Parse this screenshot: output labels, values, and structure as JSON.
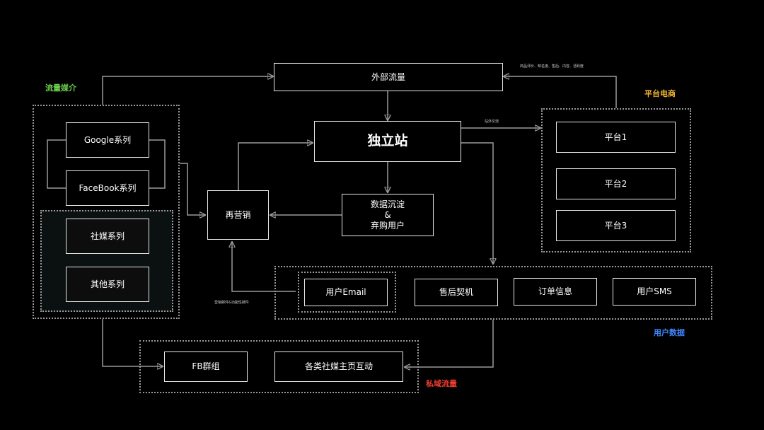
{
  "colors": {
    "traffic_media": "#6fd14d",
    "platform_ecommerce": "#f2b630",
    "user_data": "#3f86ff",
    "private_traffic": "#ee3d2f"
  },
  "groups": {
    "traffic_media": "流量媒介",
    "platform_ecommerce": "平台电商",
    "user_data": "用户数据",
    "private_traffic": "私域流量"
  },
  "nodes": {
    "external_traffic": "外部流量",
    "independent_site": "独立站",
    "google": "Google系列",
    "facebook": "FaceBook系列",
    "social_media": "社媒系列",
    "others": "其他系列",
    "remarketing": "再营销",
    "data_precipitation": [
      "数据沉淀",
      "&",
      "弃购用户"
    ],
    "user_email": "用户Email",
    "after_sales": "售后契机",
    "order_info": "订单信息",
    "user_sms": "用户SMS",
    "platform_1": "平台1",
    "platform_2": "平台2",
    "platform_3": "平台3",
    "fb_group": "FB群组",
    "social_homepage": "各类社媒主页互动"
  },
  "annotations": {
    "platform_notes": "商品评价、知名度、售后、内容、活跃度",
    "site_guide": "站外引流",
    "email_note": "营销邮件&功能性邮件"
  }
}
